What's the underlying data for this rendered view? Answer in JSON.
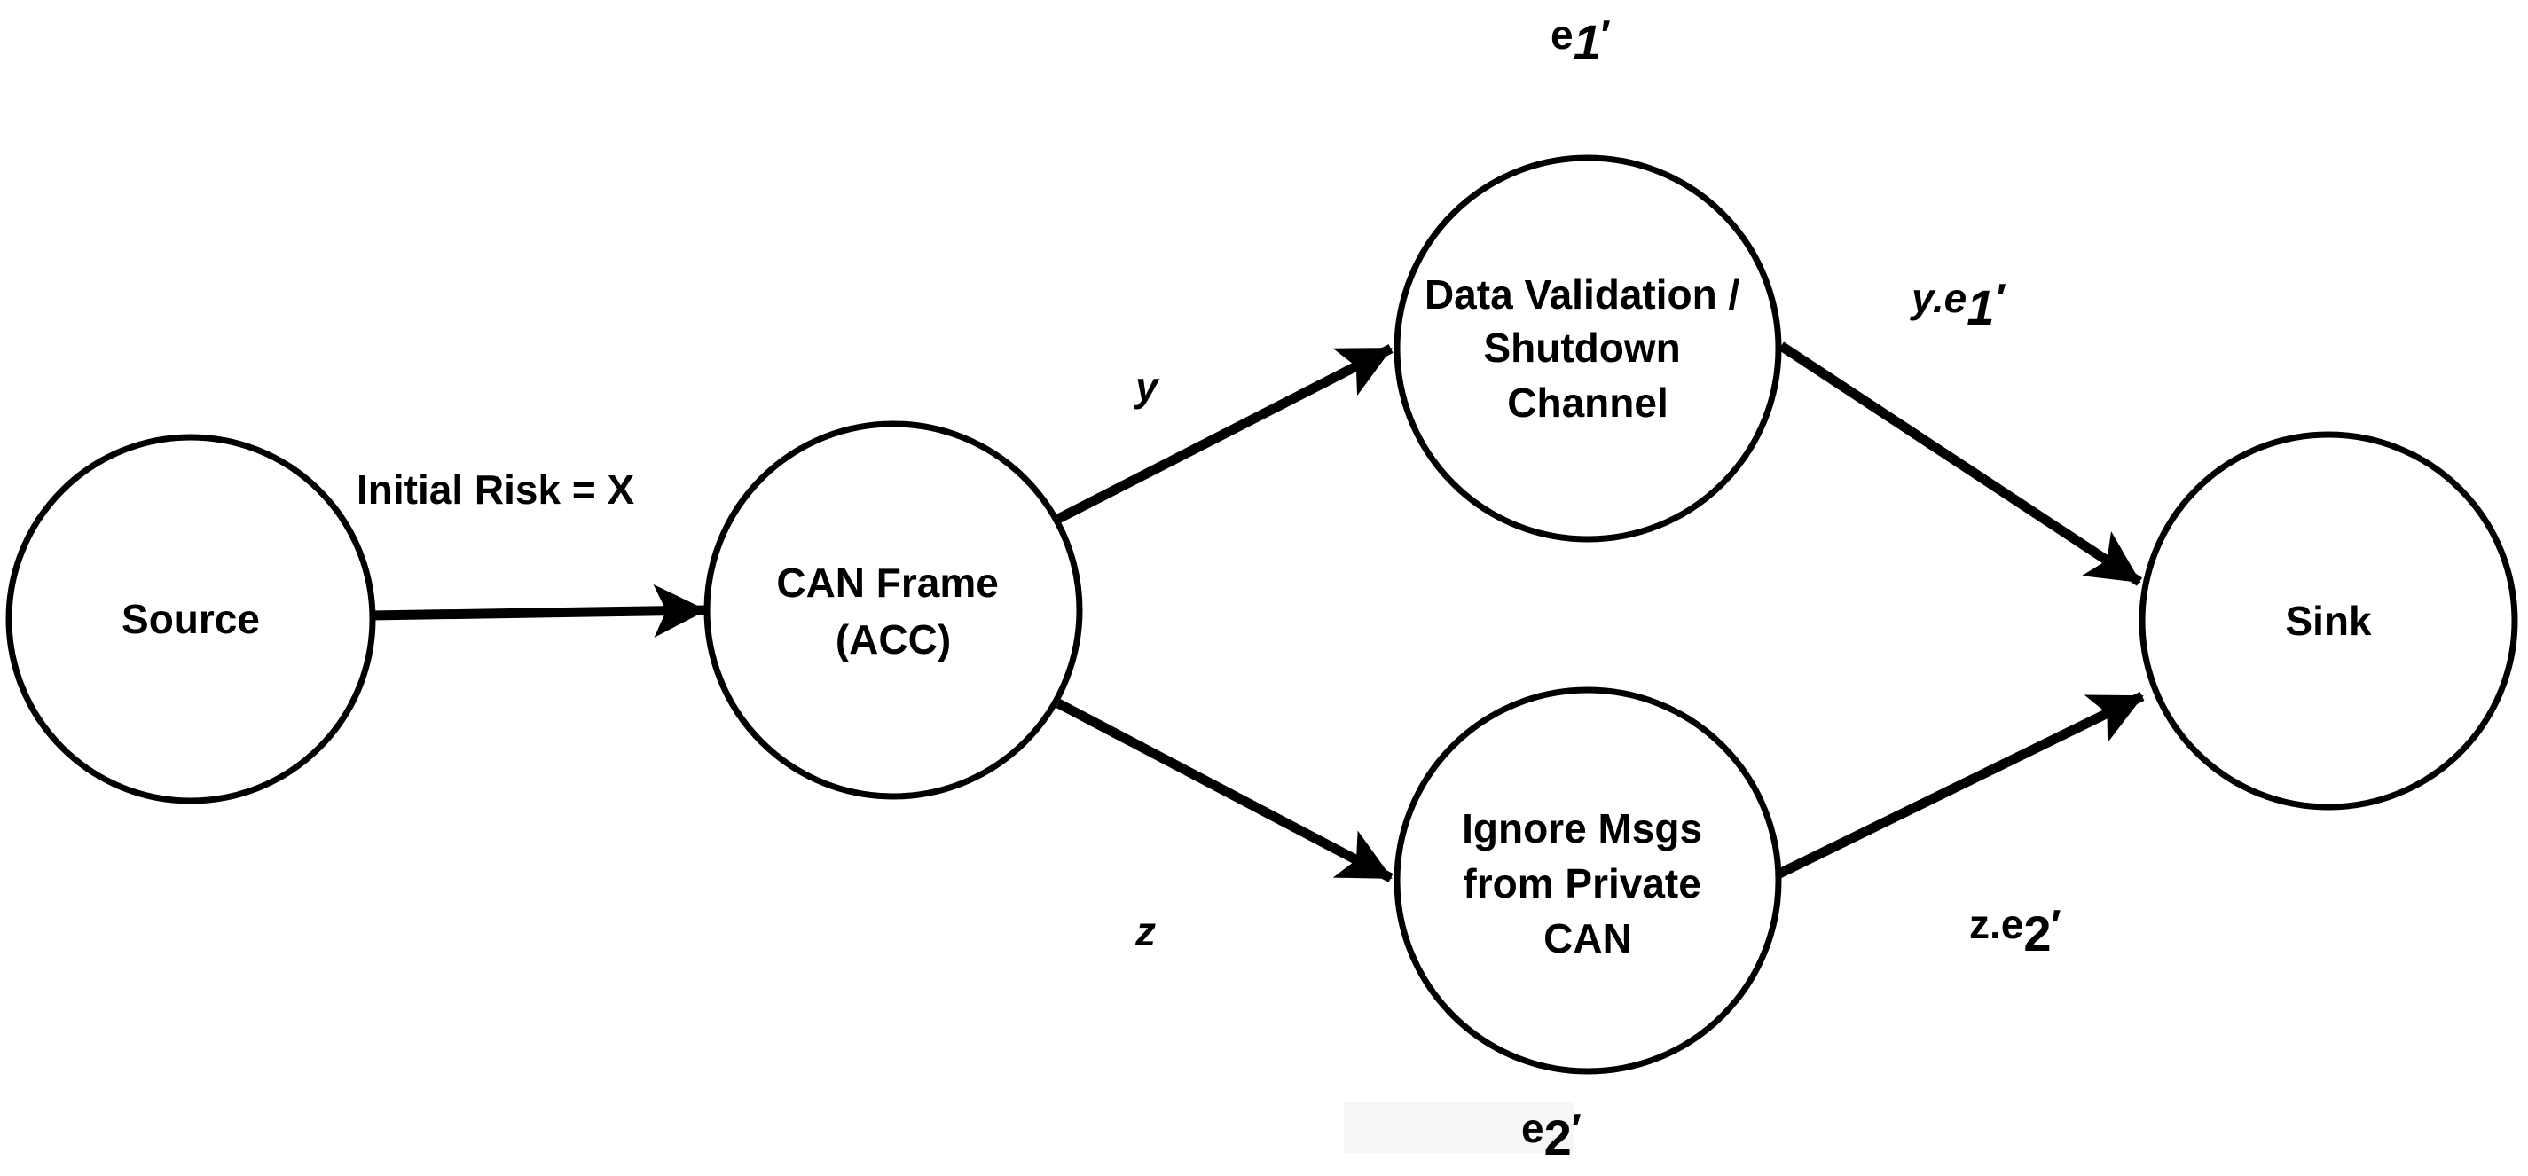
{
  "colors": {
    "stroke": "#000000",
    "background": "#ffffff",
    "highlight": "#f4f6f8"
  },
  "nodes": {
    "source": {
      "lines": [
        "Source"
      ]
    },
    "can_frame": {
      "lines": [
        "CAN Frame",
        "(ACC)"
      ]
    },
    "data_validation": {
      "lines": [
        "Data Validation /",
        "Shutdown",
        "Channel"
      ]
    },
    "ignore_msgs": {
      "lines": [
        "Ignore Msgs",
        "from Private",
        "CAN"
      ]
    },
    "sink": {
      "lines": [
        "Sink"
      ]
    }
  },
  "edges": {
    "source_to_can": {
      "label": "Initial Risk = X"
    },
    "can_to_validation": {
      "label": "y"
    },
    "can_to_ignore": {
      "label": "z"
    },
    "validation_to_sink": {
      "label_main": "y.e",
      "label_sub": "1",
      "label_prime": "′"
    },
    "ignore_to_sink": {
      "label_main": "z.e",
      "label_sub": "2",
      "label_prime": "′"
    }
  },
  "node_annotations": {
    "e1_prime": {
      "main": "e",
      "sub": "1",
      "prime": "′"
    },
    "e2_prime": {
      "main": "e",
      "sub": "2",
      "prime": "′"
    }
  }
}
